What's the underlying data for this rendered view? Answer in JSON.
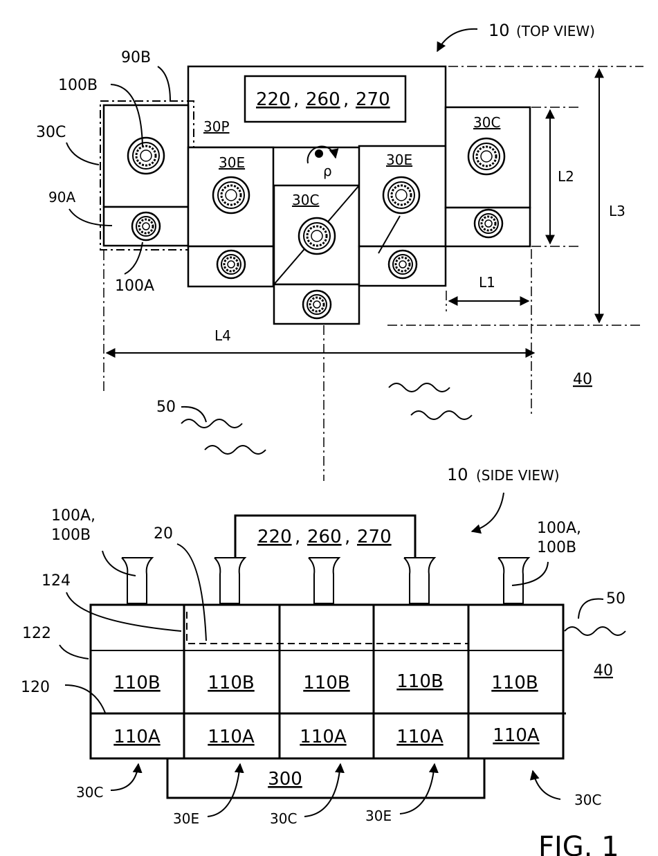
{
  "top_view": {
    "title_ref": "10",
    "title_text": "(TOP VIEW)",
    "controller_refs": [
      "220",
      "260",
      "270"
    ],
    "label_30P": "30P",
    "label_90B": "90B",
    "label_90A": "90A",
    "label_100B": "100B",
    "label_100A": "100A",
    "label_30C_left": "30C",
    "label_30C_center": "30C",
    "label_30C_right": "30C",
    "label_30E_left": "30E",
    "label_30E_right": "30E",
    "label_rho": "ρ",
    "dim_L1": "L1",
    "dim_L2": "L2",
    "dim_L3": "L3",
    "dim_L4": "L4",
    "label_40": "40",
    "label_50": "50"
  },
  "side_view": {
    "title_ref": "10",
    "title_text": "(SIDE VIEW)",
    "controller_refs": [
      "220",
      "260",
      "270"
    ],
    "label_100A_left": "100A,",
    "label_100B_left": "100B",
    "label_100A_right": "100A,",
    "label_100B_right": "100B",
    "label_20": "20",
    "label_124": "124",
    "label_122": "122",
    "label_120": "120",
    "label_50": "50",
    "label_40": "40",
    "upper_cells": [
      "110B",
      "110B",
      "110B",
      "110B",
      "110B"
    ],
    "lower_cells": [
      "110A",
      "110A",
      "110A",
      "110A",
      "110A"
    ],
    "label_300": "300",
    "bottom_labels": [
      "30C",
      "30E",
      "30C",
      "30E",
      "30C"
    ]
  },
  "figure_label": "FIG. 1"
}
